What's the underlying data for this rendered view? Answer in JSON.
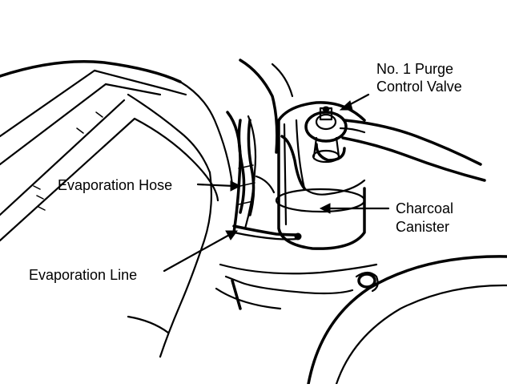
{
  "labels": {
    "purge_valve_line1": "No. 1 Purge",
    "purge_valve_line2": "Control Valve",
    "evaporation_hose": "Evaporation Hose",
    "charcoal_canister_line1": "Charcoal",
    "charcoal_canister_line2": "Canister",
    "evaporation_line": "Evaporation Line"
  },
  "colors": {
    "ink": "#000000",
    "paper": "#ffffff"
  }
}
